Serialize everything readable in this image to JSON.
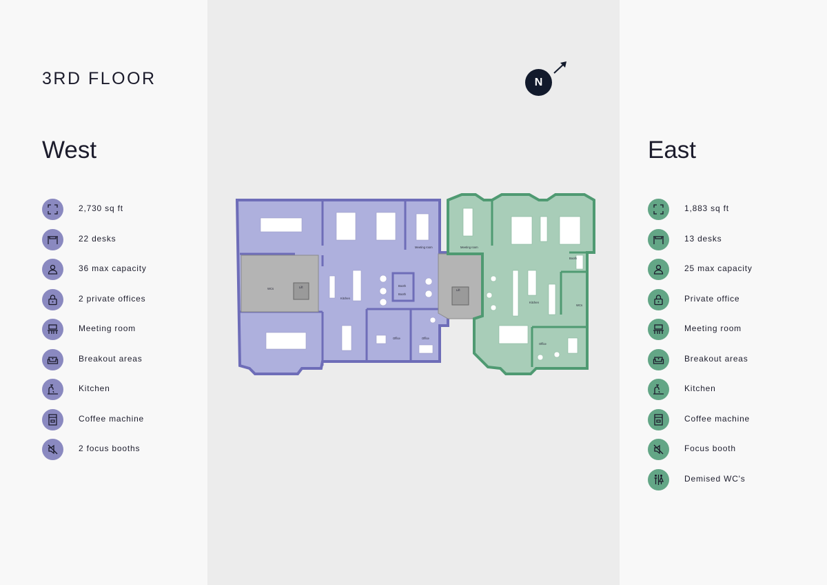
{
  "floor_title": "3RD FLOOR",
  "colors": {
    "west": "#8a89c0",
    "east": "#63a686",
    "dark": "#121a2c"
  },
  "north_label": "N",
  "west": {
    "title": "West",
    "features": [
      {
        "icon": "area-icon",
        "label": "2,730 sq ft"
      },
      {
        "icon": "desk-icon",
        "label": "22 desks"
      },
      {
        "icon": "person-icon",
        "label": "36 max capacity"
      },
      {
        "icon": "lock-icon",
        "label": "2 private offices"
      },
      {
        "icon": "meeting-room-icon",
        "label": "Meeting room"
      },
      {
        "icon": "sofa-icon",
        "label": "Breakout areas"
      },
      {
        "icon": "tap-icon",
        "label": "Kitchen"
      },
      {
        "icon": "coffee-machine-icon",
        "label": "Coffee machine"
      },
      {
        "icon": "muted-speaker-icon",
        "label": "2 focus booths"
      }
    ]
  },
  "east": {
    "title": "East",
    "features": [
      {
        "icon": "area-icon",
        "label": "1,883 sq ft"
      },
      {
        "icon": "desk-icon",
        "label": "13 desks"
      },
      {
        "icon": "person-icon",
        "label": "25 max capacity"
      },
      {
        "icon": "lock-icon",
        "label": "Private office"
      },
      {
        "icon": "meeting-room-icon",
        "label": "Meeting room"
      },
      {
        "icon": "sofa-icon",
        "label": "Breakout areas"
      },
      {
        "icon": "tap-icon",
        "label": "Kitchen"
      },
      {
        "icon": "coffee-machine-icon",
        "label": "Coffee machine"
      },
      {
        "icon": "muted-speaker-icon",
        "label": "Focus booth"
      },
      {
        "icon": "wc-icon",
        "label": "Demised WC's"
      }
    ]
  },
  "plan_labels": {
    "west_meeting": "Meeting room",
    "east_meeting": "Meeting room",
    "west_kitchen": "Kitchen",
    "east_kitchen": "Kitchen",
    "west_wcs": "WCs",
    "east_wcs": "WCs",
    "lift_west": "Lift",
    "lift_core": "Lift",
    "booth_1": "Booth",
    "booth_2": "Booth",
    "booth_east": "Booth",
    "office_1": "Office",
    "office_2": "Office",
    "office_east": "Office"
  }
}
